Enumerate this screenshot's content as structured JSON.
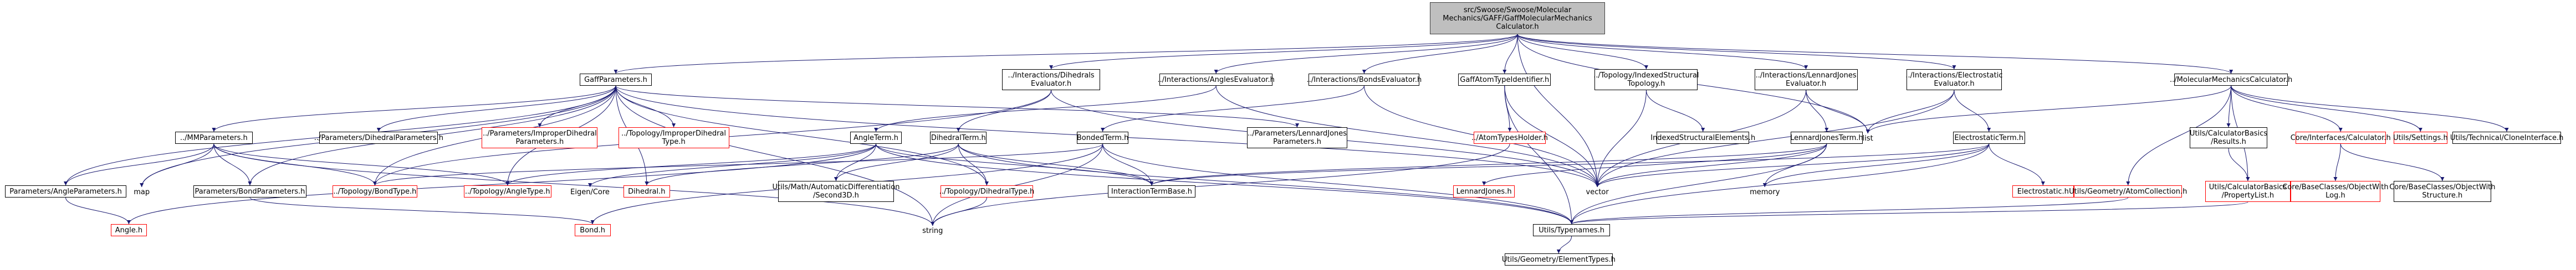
{
  "graph": {
    "edge_color": "#191970",
    "missing_border_color": "#ff0000",
    "root_fill": "#bfbfbf"
  },
  "nodes": [
    {
      "id": "root",
      "lines": [
        "src/Swoose/Swoose/Molecular",
        "Mechanics/GAFF/GaffMolecularMechanics",
        "Calculator.h"
      ],
      "kind": "root",
      "interactable": false
    },
    {
      "id": "gaffparams",
      "lines": [
        "GaffParameters.h"
      ],
      "kind": "normal",
      "interactable": true
    },
    {
      "id": "dihedralsEval",
      "lines": [
        "../Interactions/Dihedrals",
        "Evaluator.h"
      ],
      "kind": "normal",
      "interactable": true
    },
    {
      "id": "anglesEval",
      "lines": [
        "../Interactions/AnglesEvaluator.h"
      ],
      "kind": "normal",
      "interactable": true
    },
    {
      "id": "bondsEval",
      "lines": [
        "../Interactions/BondsEvaluator.h"
      ],
      "kind": "normal",
      "interactable": true
    },
    {
      "id": "gaffAtomType",
      "lines": [
        "GaffAtomTypeIdentifier.h"
      ],
      "kind": "normal",
      "interactable": true
    },
    {
      "id": "indexedTopo",
      "lines": [
        "../Topology/IndexedStructural",
        "Topology.h"
      ],
      "kind": "normal",
      "interactable": true
    },
    {
      "id": "ljEval",
      "lines": [
        "../Interactions/LennardJones",
        "Evaluator.h"
      ],
      "kind": "normal",
      "interactable": true
    },
    {
      "id": "elecEval",
      "lines": [
        "../Interactions/Electrostatic",
        "Evaluator.h"
      ],
      "kind": "normal",
      "interactable": true
    },
    {
      "id": "mmCalc",
      "lines": [
        "../MolecularMechanicsCalculator.h"
      ],
      "kind": "normal",
      "interactable": true
    },
    {
      "id": "mmParams",
      "lines": [
        "../MMParameters.h"
      ],
      "kind": "normal",
      "interactable": true
    },
    {
      "id": "dihedralParams",
      "lines": [
        "../Parameters/DihedralParameters.h"
      ],
      "kind": "normal",
      "interactable": true
    },
    {
      "id": "improperParams",
      "lines": [
        "../Parameters/ImproperDihedral",
        "Parameters.h"
      ],
      "kind": "missing",
      "interactable": true
    },
    {
      "id": "improperType",
      "lines": [
        "../Topology/ImproperDihedral",
        "Type.h"
      ],
      "kind": "missing",
      "interactable": true
    },
    {
      "id": "angleTerm",
      "lines": [
        "AngleTerm.h"
      ],
      "kind": "normal",
      "interactable": true
    },
    {
      "id": "dihedralTerm",
      "lines": [
        "DihedralTerm.h"
      ],
      "kind": "normal",
      "interactable": true
    },
    {
      "id": "bondedTerm",
      "lines": [
        "BondedTerm.h"
      ],
      "kind": "normal",
      "interactable": true
    },
    {
      "id": "ljParams",
      "lines": [
        "../Parameters/LennardJones",
        "Parameters.h"
      ],
      "kind": "normal",
      "interactable": true
    },
    {
      "id": "atomTypesHolder",
      "lines": [
        "../AtomTypesHolder.h"
      ],
      "kind": "missing",
      "interactable": true
    },
    {
      "id": "indexedElements",
      "lines": [
        "IndexedStructuralElements.h"
      ],
      "kind": "normal",
      "interactable": true
    },
    {
      "id": "ljTerm",
      "lines": [
        "LennardJonesTerm.h"
      ],
      "kind": "normal",
      "interactable": true
    },
    {
      "id": "elecTerm",
      "lines": [
        "ElectrostaticTerm.h"
      ],
      "kind": "normal",
      "interactable": true
    },
    {
      "id": "list",
      "lines": [
        "list"
      ],
      "kind": "plain",
      "interactable": false
    },
    {
      "id": "calcResults",
      "lines": [
        "Utils/CalculatorBasics",
        "/Results.h"
      ],
      "kind": "normal",
      "interactable": true
    },
    {
      "id": "coreCalc",
      "lines": [
        "Core/Interfaces/Calculator.h"
      ],
      "kind": "missing",
      "interactable": true
    },
    {
      "id": "utilsSettings",
      "lines": [
        "Utils/Settings.h"
      ],
      "kind": "missing",
      "interactable": true
    },
    {
      "id": "cloneIface",
      "lines": [
        "Utils/Technical/CloneInterface.h"
      ],
      "kind": "normal",
      "interactable": true
    },
    {
      "id": "angleParams",
      "lines": [
        "Parameters/AngleParameters.h"
      ],
      "kind": "normal",
      "interactable": true
    },
    {
      "id": "map",
      "lines": [
        "map"
      ],
      "kind": "plain",
      "interactable": false
    },
    {
      "id": "bondParams",
      "lines": [
        "Parameters/BondParameters.h"
      ],
      "kind": "normal",
      "interactable": true
    },
    {
      "id": "bondType",
      "lines": [
        "../Topology/BondType.h"
      ],
      "kind": "missing",
      "interactable": true
    },
    {
      "id": "angleType",
      "lines": [
        "../Topology/AngleType.h"
      ],
      "kind": "missing",
      "interactable": true
    },
    {
      "id": "eigenCore",
      "lines": [
        "Eigen/Core"
      ],
      "kind": "plain",
      "interactable": false
    },
    {
      "id": "dihedralH",
      "lines": [
        "Dihedral.h"
      ],
      "kind": "missing",
      "interactable": true
    },
    {
      "id": "autoDiff",
      "lines": [
        "Utils/Math/AutomaticDifferentiation",
        "/Second3D.h"
      ],
      "kind": "normal",
      "interactable": true
    },
    {
      "id": "dihedralType",
      "lines": [
        "../Topology/DihedralType.h"
      ],
      "kind": "missing",
      "interactable": true
    },
    {
      "id": "interactionTermBase",
      "lines": [
        "InteractionTermBase.h"
      ],
      "kind": "normal",
      "interactable": true
    },
    {
      "id": "ljH",
      "lines": [
        "LennardJones.h"
      ],
      "kind": "missing",
      "interactable": true
    },
    {
      "id": "vector",
      "lines": [
        "vector"
      ],
      "kind": "plain",
      "interactable": false
    },
    {
      "id": "memory",
      "lines": [
        "memory"
      ],
      "kind": "plain",
      "interactable": false
    },
    {
      "id": "electrostaticH",
      "lines": [
        "Electrostatic.h"
      ],
      "kind": "missing",
      "interactable": true
    },
    {
      "id": "atomCollection",
      "lines": [
        "Utils/Geometry/AtomCollection.h"
      ],
      "kind": "missing",
      "interactable": true
    },
    {
      "id": "propertyList",
      "lines": [
        "Utils/CalculatorBasics",
        "/PropertyList.h"
      ],
      "kind": "missing",
      "interactable": true
    },
    {
      "id": "objWithLog",
      "lines": [
        "Core/BaseClasses/ObjectWith",
        "Log.h"
      ],
      "kind": "missing",
      "interactable": true
    },
    {
      "id": "objWithStructure",
      "lines": [
        "Core/BaseClasses/ObjectWith",
        "Structure.h"
      ],
      "kind": "normal",
      "interactable": true
    },
    {
      "id": "angleH",
      "lines": [
        "Angle.h"
      ],
      "kind": "missing",
      "interactable": true
    },
    {
      "id": "bondH",
      "lines": [
        "Bond.h"
      ],
      "kind": "missing",
      "interactable": true
    },
    {
      "id": "string",
      "lines": [
        "string"
      ],
      "kind": "plain",
      "interactable": false
    },
    {
      "id": "typenames",
      "lines": [
        "Utils/Typenames.h"
      ],
      "kind": "normal",
      "interactable": true
    },
    {
      "id": "elementTypes",
      "lines": [
        "Utils/Geometry/ElementTypes.h"
      ],
      "kind": "normal",
      "interactable": true
    }
  ],
  "edges": [
    [
      "root",
      "gaffparams"
    ],
    [
      "root",
      "dihedralsEval"
    ],
    [
      "root",
      "anglesEval"
    ],
    [
      "root",
      "bondsEval"
    ],
    [
      "root",
      "gaffAtomType"
    ],
    [
      "root",
      "indexedTopo"
    ],
    [
      "root",
      "ljEval"
    ],
    [
      "root",
      "elecEval"
    ],
    [
      "root",
      "mmCalc"
    ],
    [
      "root",
      "list"
    ],
    [
      "root",
      "vector"
    ],
    [
      "gaffparams",
      "mmParams"
    ],
    [
      "gaffparams",
      "dihedralParams"
    ],
    [
      "gaffparams",
      "improperParams"
    ],
    [
      "gaffparams",
      "improperType"
    ],
    [
      "gaffparams",
      "angleParams"
    ],
    [
      "gaffparams",
      "map"
    ],
    [
      "gaffparams",
      "bondParams"
    ],
    [
      "gaffparams",
      "bondType"
    ],
    [
      "gaffparams",
      "angleType"
    ],
    [
      "gaffparams",
      "dihedralH"
    ],
    [
      "gaffparams",
      "dihedralType"
    ],
    [
      "gaffparams",
      "string"
    ],
    [
      "gaffparams",
      "vector"
    ],
    [
      "gaffparams",
      "ljParams"
    ],
    [
      "mmParams",
      "angleParams"
    ],
    [
      "mmParams",
      "map"
    ],
    [
      "mmParams",
      "bondParams"
    ],
    [
      "mmParams",
      "bondType"
    ],
    [
      "mmParams",
      "angleType"
    ],
    [
      "mmParams",
      "string"
    ],
    [
      "dihedralsEval",
      "dihedralTerm"
    ],
    [
      "dihedralsEval",
      "vector"
    ],
    [
      "dihedralsEval",
      "bondType"
    ],
    [
      "anglesEval",
      "angleTerm"
    ],
    [
      "anglesEval",
      "vector"
    ],
    [
      "bondsEval",
      "bondedTerm"
    ],
    [
      "bondsEval",
      "vector"
    ],
    [
      "gaffAtomType",
      "atomTypesHolder"
    ],
    [
      "gaffAtomType",
      "vector"
    ],
    [
      "gaffAtomType",
      "typenames"
    ],
    [
      "indexedTopo",
      "indexedElements"
    ],
    [
      "indexedTopo",
      "vector"
    ],
    [
      "ljEval",
      "ljTerm"
    ],
    [
      "ljEval",
      "vector"
    ],
    [
      "ljEval",
      "list"
    ],
    [
      "elecEval",
      "elecTerm"
    ],
    [
      "elecEval",
      "vector"
    ],
    [
      "elecEval",
      "list"
    ],
    [
      "mmCalc",
      "calcResults"
    ],
    [
      "mmCalc",
      "coreCalc"
    ],
    [
      "mmCalc",
      "utilsSettings"
    ],
    [
      "mmCalc",
      "cloneIface"
    ],
    [
      "mmCalc",
      "list"
    ],
    [
      "mmCalc",
      "atomCollection"
    ],
    [
      "mmCalc",
      "propertyList"
    ],
    [
      "angleParams",
      "angleH"
    ],
    [
      "bondParams",
      "bondH"
    ],
    [
      "angleTerm",
      "angleType"
    ],
    [
      "angleTerm",
      "eigenCore"
    ],
    [
      "angleTerm",
      "interactionTermBase"
    ],
    [
      "angleTerm",
      "autoDiff"
    ],
    [
      "angleTerm",
      "angleH"
    ],
    [
      "angleTerm",
      "typenames"
    ],
    [
      "dihedralTerm",
      "dihedralH"
    ],
    [
      "dihedralTerm",
      "dihedralType"
    ],
    [
      "dihedralTerm",
      "interactionTermBase"
    ],
    [
      "dihedralTerm",
      "autoDiff"
    ],
    [
      "dihedralTerm",
      "typenames"
    ],
    [
      "bondedTerm",
      "bondType"
    ],
    [
      "bondedTerm",
      "interactionTermBase"
    ],
    [
      "bondedTerm",
      "bondH"
    ],
    [
      "bondedTerm",
      "typenames"
    ],
    [
      "bondedTerm",
      "string"
    ],
    [
      "dihedralType",
      "string"
    ],
    [
      "ljTerm",
      "ljH"
    ],
    [
      "ljTerm",
      "interactionTermBase"
    ],
    [
      "ljTerm",
      "typenames"
    ],
    [
      "ljTerm",
      "memory"
    ],
    [
      "ljTerm",
      "vector"
    ],
    [
      "elecTerm",
      "electrostaticH"
    ],
    [
      "elecTerm",
      "interactionTermBase"
    ],
    [
      "elecTerm",
      "typenames"
    ],
    [
      "elecTerm",
      "memory"
    ],
    [
      "elecTerm",
      "vector"
    ],
    [
      "atomTypesHolder",
      "string"
    ],
    [
      "calcResults",
      "propertyList"
    ],
    [
      "coreCalc",
      "objWithLog"
    ],
    [
      "coreCalc",
      "objWithStructure"
    ],
    [
      "propertyList",
      "typenames"
    ],
    [
      "atomCollection",
      "typenames"
    ],
    [
      "typenames",
      "elementTypes"
    ]
  ]
}
